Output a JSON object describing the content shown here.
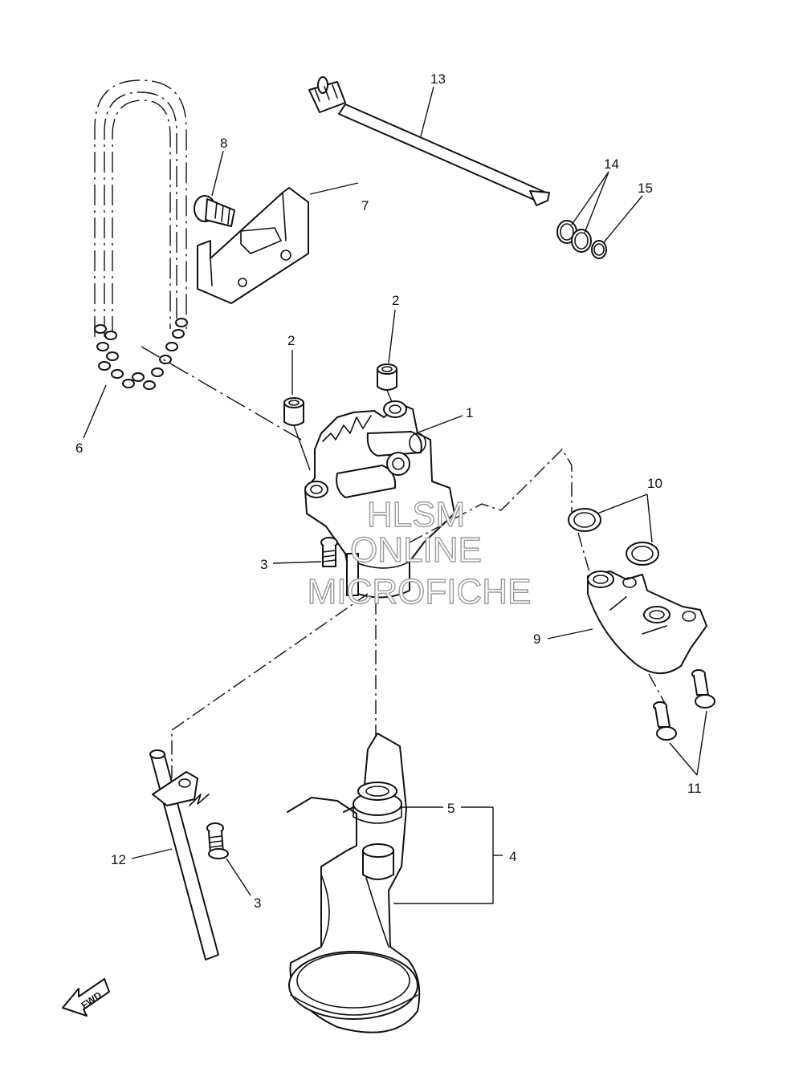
{
  "callouts": {
    "c1": "1",
    "c2a": "2",
    "c2b": "2",
    "c3a": "3",
    "c3b": "3",
    "c4": "4",
    "c5": "5",
    "c6": "6",
    "c7": "7",
    "c8": "8",
    "c9": "9",
    "c10": "10",
    "c11": "11",
    "c12": "12",
    "c13": "13",
    "c14": "14",
    "c15": "15"
  },
  "watermark": {
    "line1": "HLSM",
    "line2": "ONLINE",
    "line3": "MICROFICHE"
  },
  "fwd_label": "FWD",
  "colors": {
    "ink": "#111111",
    "watermark_outline": "#9a9a9a",
    "background": "#ffffff"
  }
}
